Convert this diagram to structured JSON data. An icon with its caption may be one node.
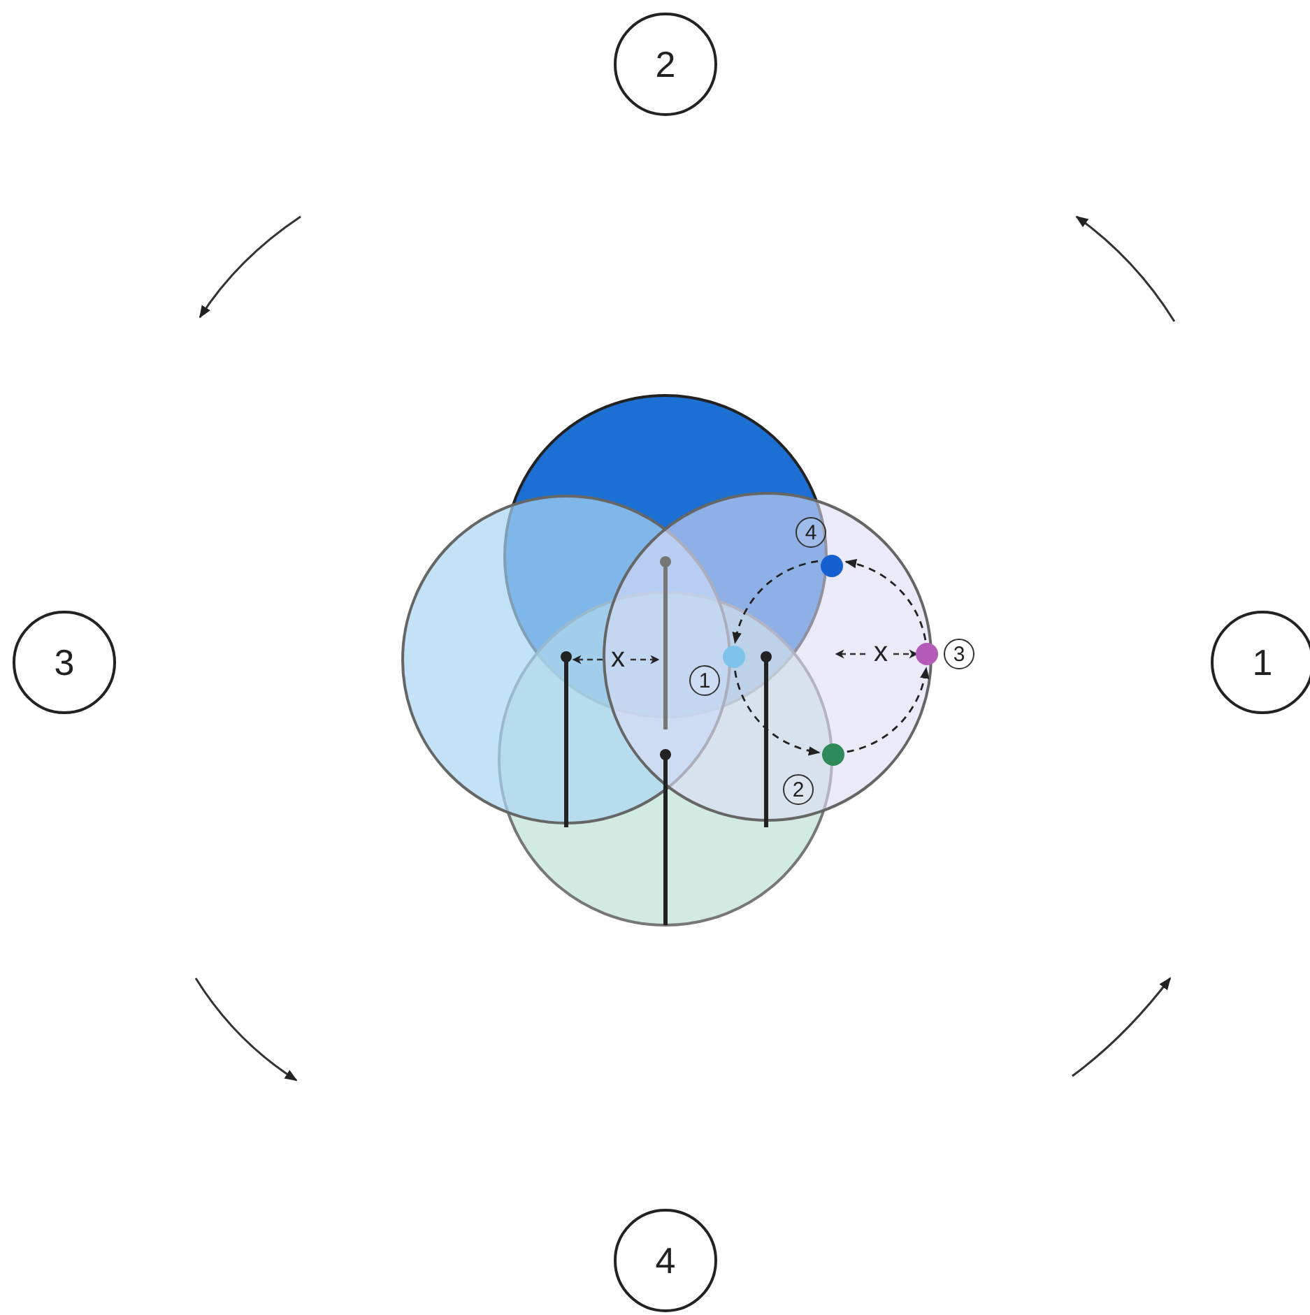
{
  "diagram": {
    "nodes": [
      {
        "text": [
          "2"
        ]
      },
      {
        "text": [
          "3"
        ]
      },
      {
        "text": [
          "1"
        ]
      },
      {
        "text": [
          "4"
        ]
      },
      {
        "text": [],
        "shape": "circle",
        "beside": [
          "4"
        ]
      },
      {
        "text": [],
        "shape": "circle",
        "beside": [
          "1"
        ]
      },
      {
        "text": [],
        "shape": "circle",
        "beside": [
          "3"
        ]
      },
      {
        "text": [],
        "shape": "circle",
        "beside": [
          "2"
        ]
      }
    ],
    "edges": [
      {
        "from": 5,
        "to": 7,
        "arrow": "to",
        "style": "dashed"
      },
      {
        "from": 7,
        "to": 6,
        "arrow": "to",
        "style": "dashed"
      },
      {
        "from": 6,
        "to": 4,
        "arrow": "to",
        "style": "dashed"
      },
      {
        "from": 4,
        "to": 5,
        "arrow": "to",
        "style": "dashed"
      }
    ],
    "labels": [
      "x",
      "x"
    ]
  }
}
